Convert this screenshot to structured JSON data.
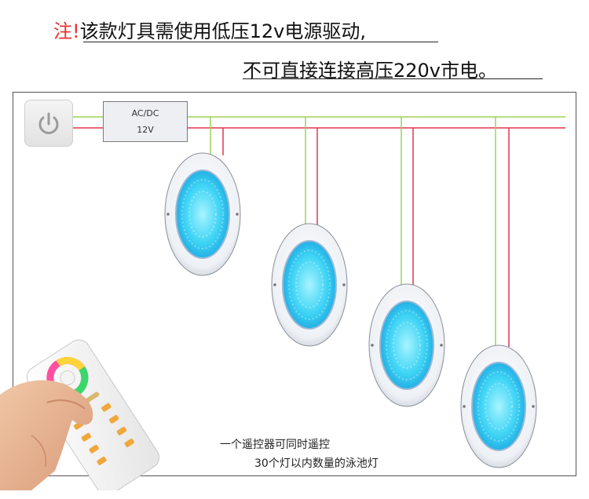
{
  "notice": {
    "line1_warn": "注!",
    "line1_text": "该款灯具需使用低压12v电源驱动,",
    "line2_text": "不可直接连接高压220v市电。"
  },
  "diagram": {
    "switch_icon": "power-icon",
    "power_supply": {
      "line1": "AC/DC",
      "line2": "12V"
    },
    "lamp_count_shown": 4,
    "wire_colors": {
      "ground_line": "#9bd35a",
      "live_line": "#e0364f"
    },
    "remote_icon": "remote-control-icon",
    "caption_line1": "一个遥控器可同时遥控",
    "caption_line2": "30个灯以内数量的泳池灯"
  }
}
